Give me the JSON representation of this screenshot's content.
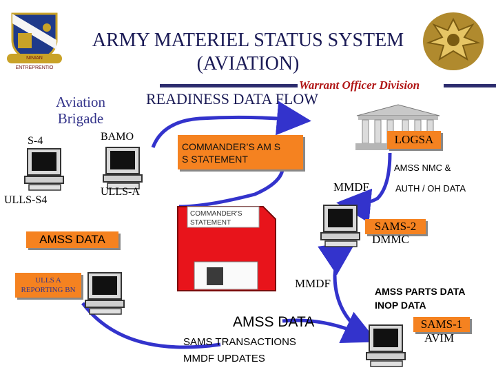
{
  "header": {
    "title_line1": "ARMY MATERIEL STATUS SYSTEM",
    "title_line2": "(AVIATION)",
    "division": "Warrant Officer Division",
    "crest_motto": "NINIAN ENTREPRENTIO",
    "accent_color": "#2c2c6e"
  },
  "diagram": {
    "title": "READINESS DATA FLOW",
    "aviation_brigade": "Aviation Brigade",
    "s4": "S-4",
    "bamo": "BAMO",
    "ulls_s4": "ULLS-S4",
    "ulls_a": "ULLS-A",
    "commander_statement_box": "COMMANDER’S AM S S STATEMENT",
    "logsa": "LOGSA",
    "amss_nmc": "AMSS NMC &",
    "auth_oh": "AUTH / OH DATA",
    "mmdf_top": "MMDF",
    "floppy_label": "COMMANDER’S STATEMENT",
    "sams2": "SAMS-2",
    "dmmc": "DMMC",
    "amss_data_left": "AMSS DATA",
    "ullsa_reporting": "ULLS A REPORTING BN",
    "mmdf_mid": "MMDF",
    "amss_parts": "AMSS PARTS DATA",
    "inop": "INOP DATA",
    "sams1": "SAMS-1",
    "avim": "AVIM",
    "amss_data_bottom": "AMSS DATA",
    "sams_transactions": "SAMS TRANSACTIONS",
    "mmdf_updates": "MMDF UPDATES",
    "orange_color": "#f58220",
    "arrow_color": "#3333cc"
  }
}
